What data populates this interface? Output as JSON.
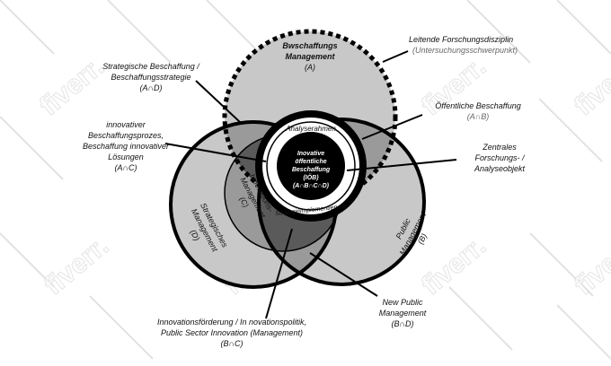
{
  "watermark": {
    "text": "fiverr."
  },
  "sets": {
    "A": {
      "title_line1": "Bwschaffungs",
      "title_line2": "Management",
      "code": "(A)"
    },
    "B": {
      "title_line1": "Public",
      "title_line2": "Management",
      "code": "(B)"
    },
    "C": {
      "title_line1": "Innovations-",
      "title_line2": "Management",
      "code": "(C)"
    },
    "D": {
      "title_line1": "Strategisches",
      "title_line2": "Management",
      "code": "(D)"
    }
  },
  "center": {
    "line1": "Inovative",
    "line2": "öffentliche",
    "line3": "Beschaffung",
    "line4": "(IÖB)",
    "line5": "(A∩B∩C∩D)",
    "ring_top": "Analyserahmen",
    "ring_bottom": "Strategieimplementierung"
  },
  "callouts": {
    "leitende": {
      "title": "Leitende Forschungsdisziplin",
      "sub": "(Untersuchungsschwerpunkt)"
    },
    "oeffentlich": {
      "title": "Öffentliche Beschaffung",
      "sub": "(A∩B)"
    },
    "zentrales": {
      "line1": "Zentrales",
      "line2": "Forschungs- /",
      "line3": "Analyseobjekt"
    },
    "strategische": {
      "line1": "Strategische Beschaffung /",
      "line2": "Beschaffungsstrategie",
      "code": "(A∩D)"
    },
    "innovativer": {
      "line1": "innovativer",
      "line2": "Beschaffungsprozes,",
      "line3": "Beschaffung innovativer",
      "line4": "Lösungen",
      "code": "(A∩C)"
    },
    "innovationsfoerderung": {
      "line1": "Innovationsförderung / In novationspolitik,",
      "line2": "Public Sector Innovation (Management)",
      "code": "(B∩C)"
    },
    "newpublic": {
      "line1": "New Public",
      "line2": "Management",
      "code": "(B∩D)"
    }
  },
  "colors": {
    "light": "#c8c8c8",
    "mid": "#9a9a9a",
    "dark": "#5a5a5a",
    "core": "#000000",
    "ink": "#000000"
  }
}
